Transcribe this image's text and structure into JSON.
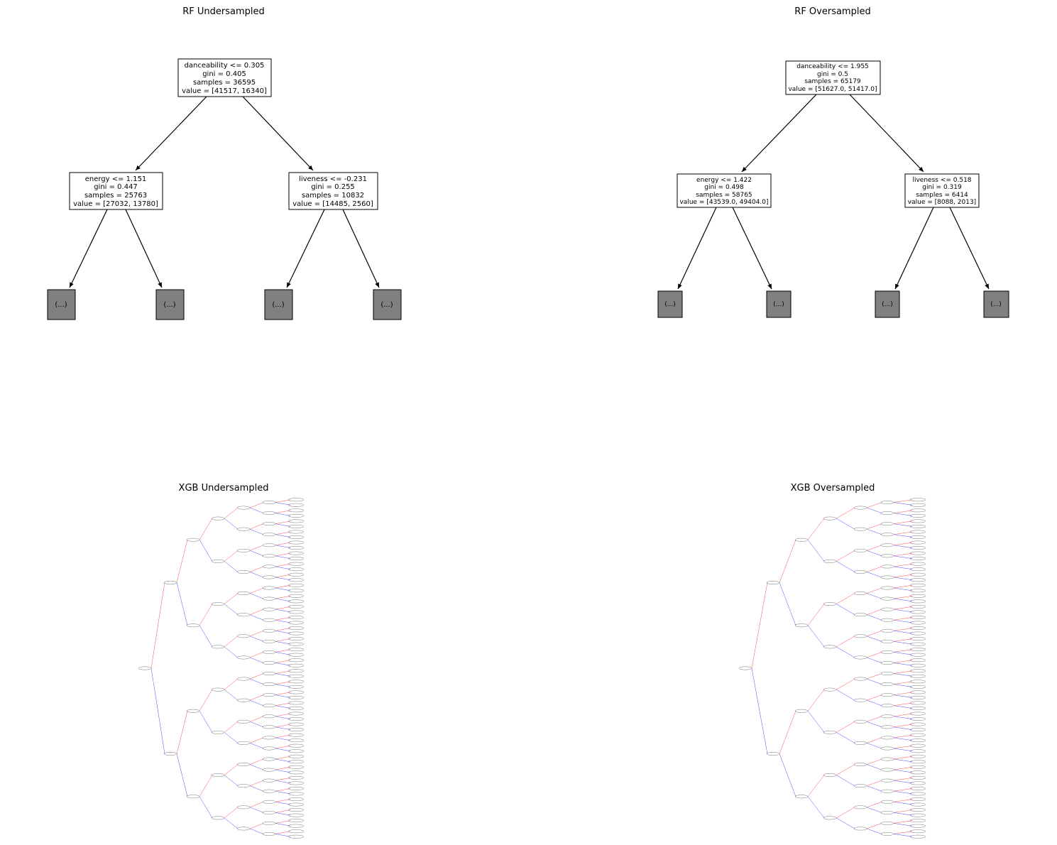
{
  "panels": {
    "rf_under": {
      "title": "RF Undersampled",
      "root": [
        "danceability <= 0.305",
        "gini = 0.405",
        "samples = 36595",
        "value = [41517, 16340]"
      ],
      "left": [
        "energy <= 1.151",
        "gini = 0.447",
        "samples = 25763",
        "value = [27032, 13780]"
      ],
      "right": [
        "liveness <= -0.231",
        "gini = 0.255",
        "samples = 10832",
        "value = [14485, 2560]"
      ],
      "leaf_label": "(...)"
    },
    "rf_over": {
      "title": "RF Oversampled",
      "root": [
        "danceability <= 1.955",
        "gini = 0.5",
        "samples = 65179",
        "value = [51627.0, 51417.0]"
      ],
      "left": [
        "energy <= 1.422",
        "gini = 0.498",
        "samples = 58765",
        "value = [43539.0, 49404.0]"
      ],
      "right": [
        "liveness <= 0.518",
        "gini = 0.319",
        "samples = 6414",
        "value = [8088, 2013]"
      ],
      "leaf_label": "(...)"
    },
    "xgb_under": {
      "title": "XGB Undersampled"
    },
    "xgb_over": {
      "title": "XGB Oversampled"
    }
  },
  "colors": {
    "node_border": "#000000",
    "leaf_fill": "#808080",
    "xgb_yes_edge": "#ff0000",
    "xgb_no_edge": "#0000ff",
    "xgb_node_border": "#555555"
  }
}
